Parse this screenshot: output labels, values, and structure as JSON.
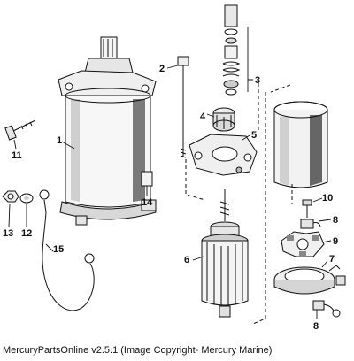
{
  "callouts": {
    "c1": "1",
    "c2": "2",
    "c3": "3",
    "c4": "4",
    "c5": "5",
    "c6": "6",
    "c7": "7",
    "c8a": "8",
    "c8b": "8",
    "c9": "9",
    "c10": "10",
    "c11": "11",
    "c12": "12",
    "c13": "13",
    "c14": "14",
    "c15": "15"
  },
  "caption": "MercuryPartsOnline v2.5.1 (Image Copyright- Mercury Marine)",
  "colors": {
    "line": "#111111",
    "background": "#ffffff",
    "shade": "#555555"
  }
}
